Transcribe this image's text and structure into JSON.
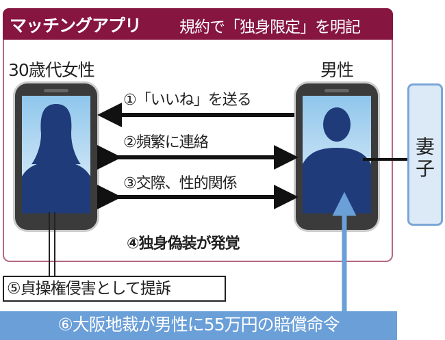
{
  "header": {
    "title": "マッチングアプリ",
    "subtitle": "規約で「独身限定」を明記"
  },
  "parties": {
    "woman": "30歳代女性",
    "man": "男性",
    "family": "妻子"
  },
  "steps": {
    "s1": "①「いいね」を送る",
    "s2": "②頻繁に連絡",
    "s3": "③交際、性的関係",
    "s4": "④独身偽装が発覚",
    "s5": "⑤貞操権侵害として提訴",
    "s6": "⑥大阪地裁が男性に55万円の賠償命令"
  },
  "colors": {
    "header": "#861540",
    "accent_blue": "#6a9fd8",
    "arrow": "#111111"
  }
}
